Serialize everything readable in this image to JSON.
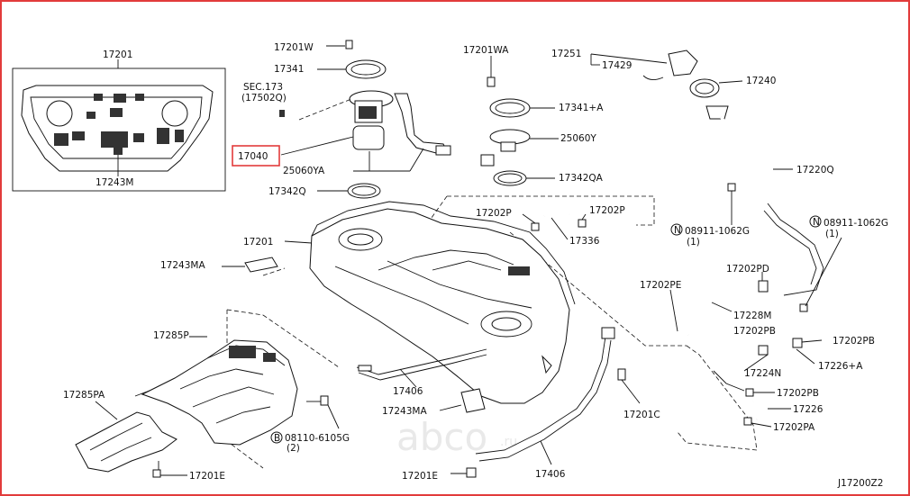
{
  "diagram": {
    "code": "J17200Z2",
    "watermark": {
      "main": "abco",
      "suffix": ".ru"
    },
    "labels": {
      "p17201_box": "17201",
      "p17243M": "17243M",
      "p17201W": "17201W",
      "p17341": "17341",
      "sec173": "SEC.173",
      "sec17502": "(17502Q)",
      "p17040": "17040",
      "p25060YA": "25060YA",
      "p17342Q": "17342Q",
      "p17201WA": "17201WA",
      "p17341A": "17341+A",
      "p25060Y": "25060Y",
      "p17342QA": "17342QA",
      "p17251": "17251",
      "p17429": "17429",
      "p17240": "17240",
      "p17220Q": "17220Q",
      "p08911_left": "08911-1062G",
      "p08911_left_qty": "(1)",
      "p08911_right": "08911-1062G",
      "p08911_right_qty": "(1)",
      "p17202P_a": "17202P",
      "p17202P_b": "17202P",
      "p17336": "17336",
      "p17201_tank": "17201",
      "p17243MA": "17243MA",
      "p17202PD": "17202PD",
      "p17202PE": "17202PE",
      "p17228M": "17228M",
      "p17202PB_a": "17202PB",
      "p17202PB_b": "17202PB",
      "p17224N": "17224N",
      "p17226A": "17226+A",
      "p17202PB_c": "17202PB",
      "p17226": "17226",
      "p17202PA": "17202PA",
      "p17285P": "17285P",
      "p17285PA": "17285PA",
      "p17406_a": "17406",
      "p17243MA_b": "17243MA",
      "p17201C": "17201C",
      "p08110": "08110-6105G",
      "p08110_qty": "(2)",
      "p17201E_a": "17201E",
      "p17201E_b": "17201E",
      "p17406_b": "17406",
      "circle_N": "N",
      "circle_B": "B"
    },
    "highlight": {
      "part": "17040",
      "color": "#e23b3b"
    }
  }
}
